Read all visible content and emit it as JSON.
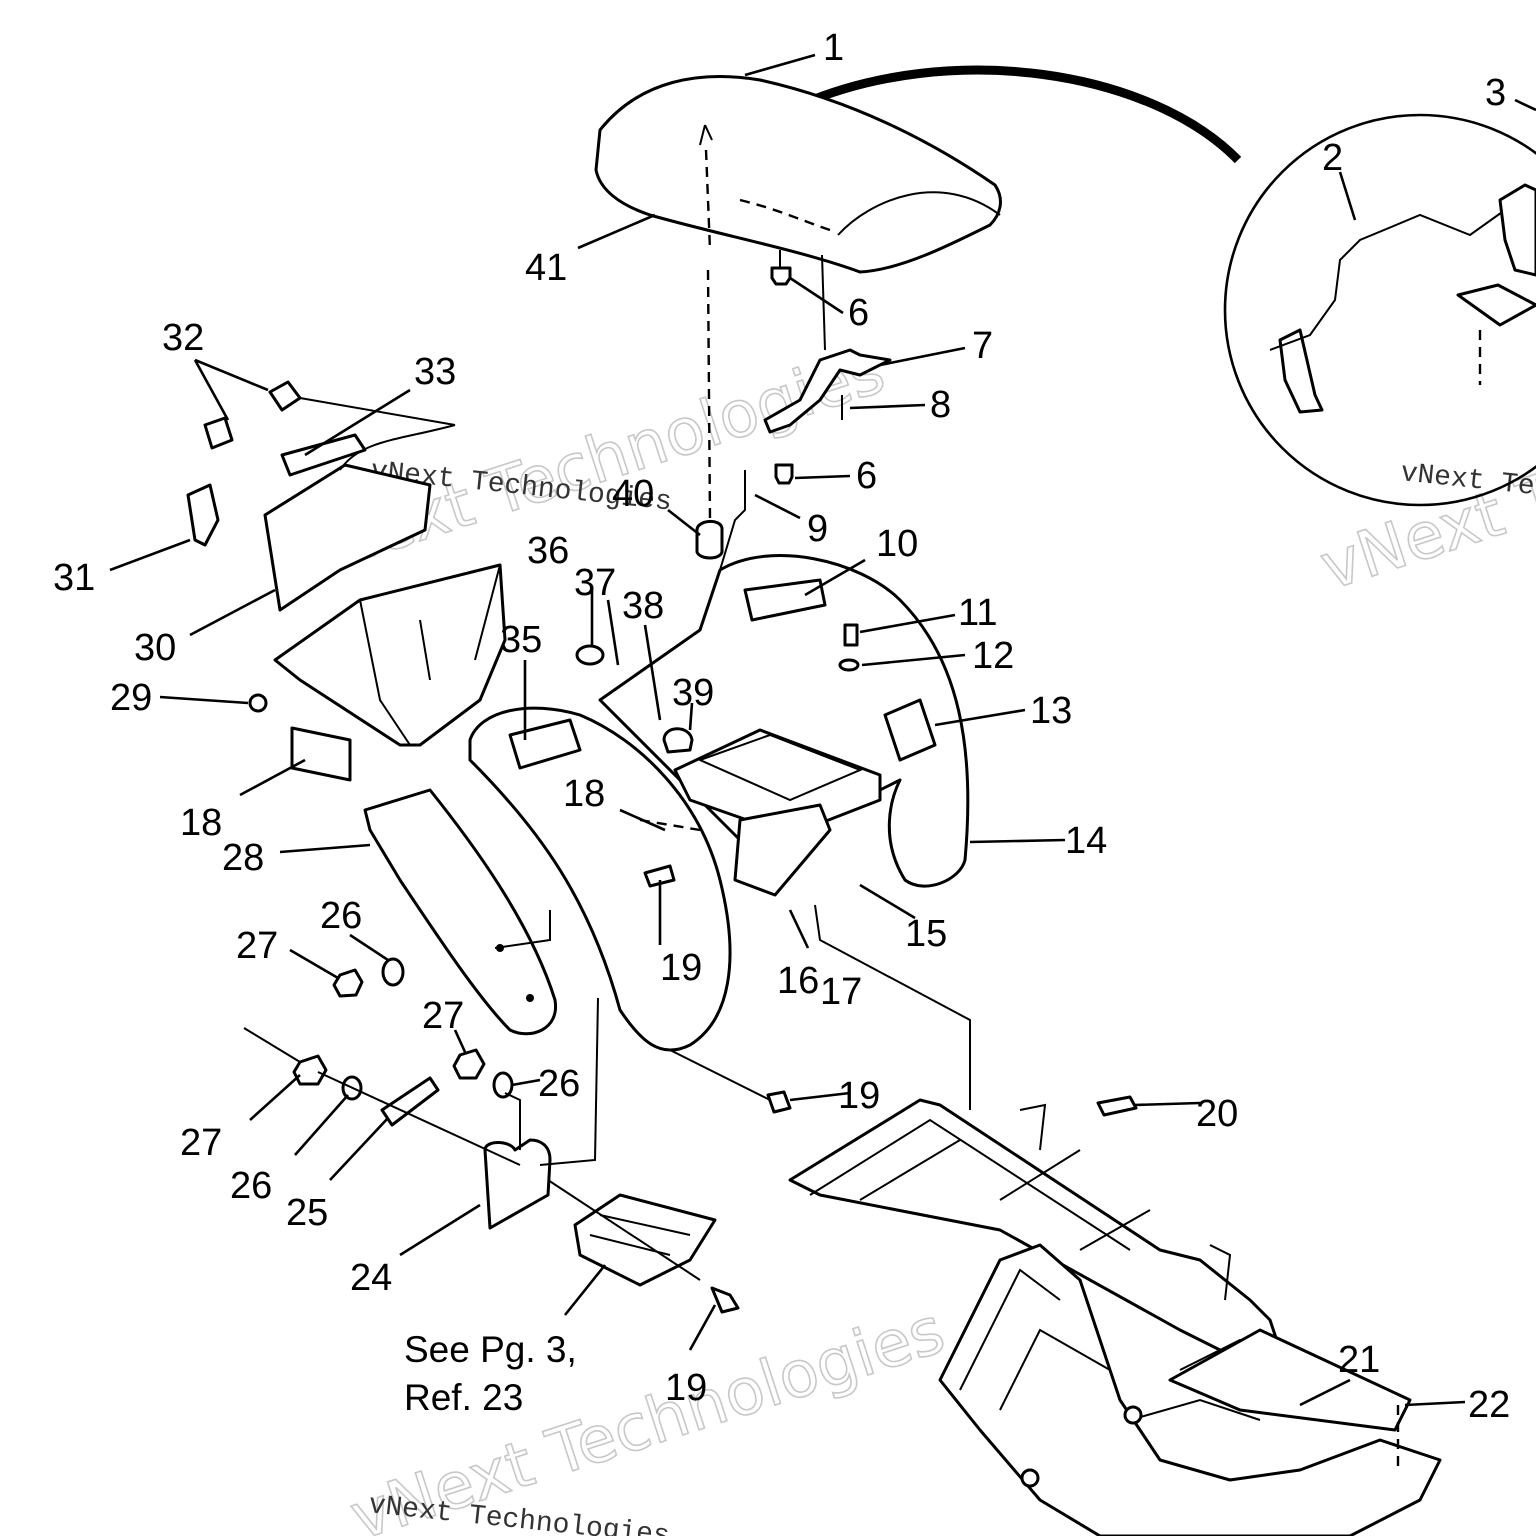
{
  "diagram": {
    "callouts": [
      "1",
      "2",
      "3",
      "6",
      "7",
      "8",
      "6",
      "9",
      "10",
      "11",
      "12",
      "13",
      "14",
      "15",
      "16",
      "17",
      "19",
      "18",
      "40",
      "36",
      "37",
      "38",
      "39",
      "35",
      "33",
      "32",
      "31",
      "30",
      "29",
      "18",
      "28",
      "26",
      "27",
      "27",
      "26",
      "27",
      "26",
      "25",
      "24",
      "19",
      "19",
      "20",
      "21",
      "22",
      "41"
    ],
    "note": [
      "See Pg. 3,",
      "Ref. 23"
    ],
    "watermark_big": "vNext Technologies",
    "watermark_small": "vNext Technologies"
  }
}
